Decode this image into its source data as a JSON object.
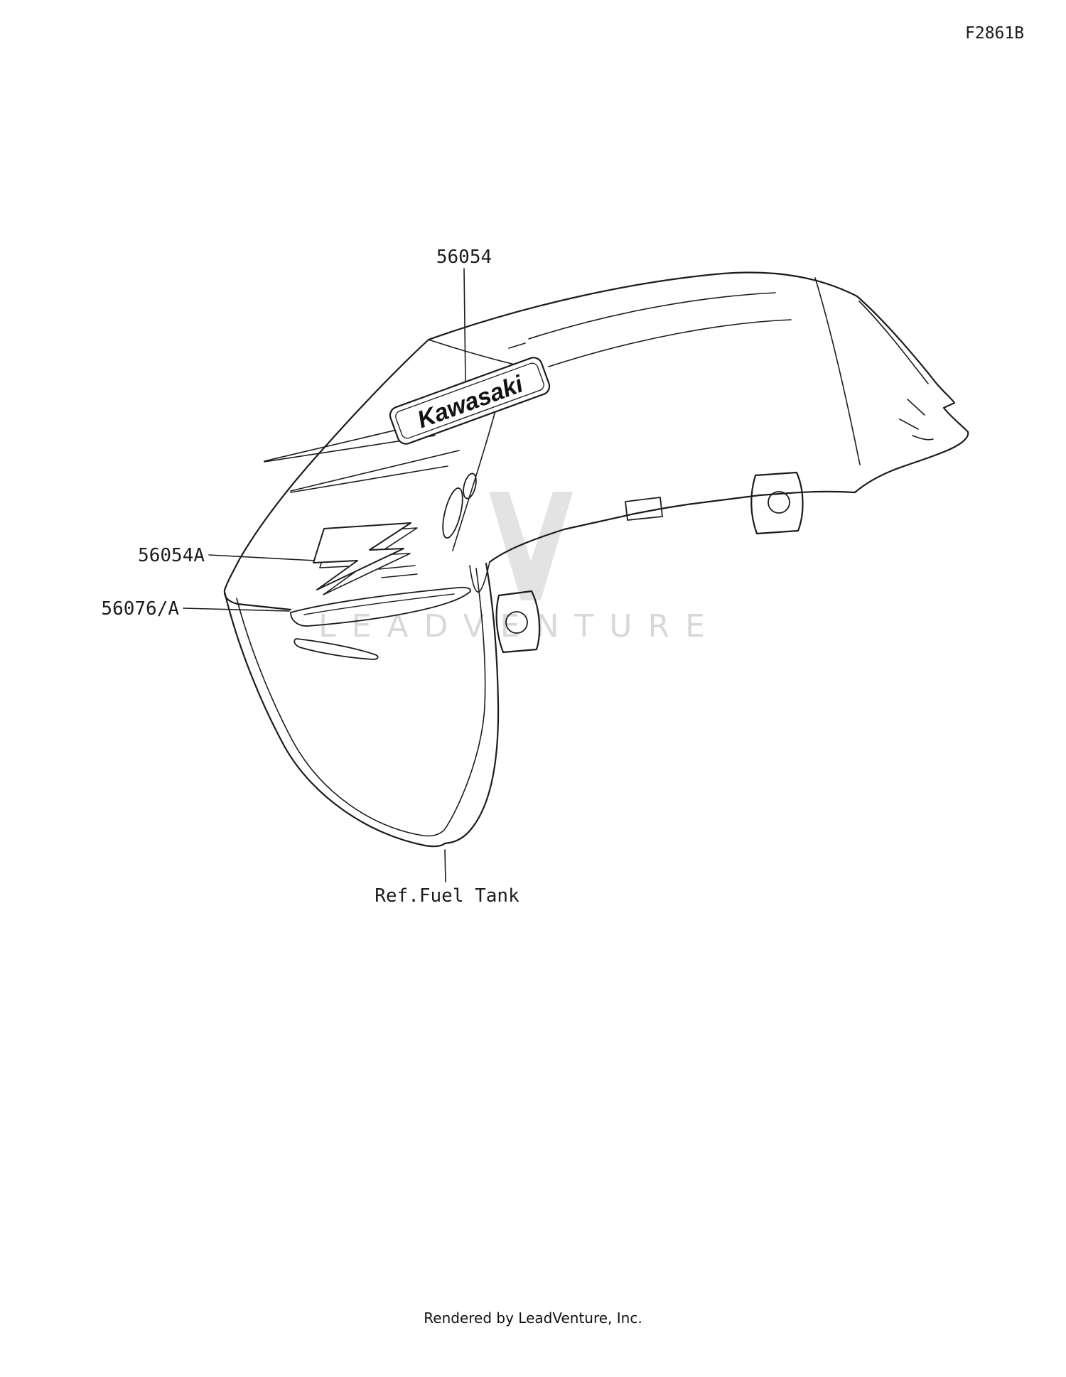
{
  "page": {
    "code": "F2861B",
    "background_color": "#ffffff",
    "line_color": "#1c1c1c"
  },
  "diagram": {
    "title_implicit": "Fuel tank shroud decals",
    "labels": [
      {
        "id": "56054",
        "text": "56054"
      },
      {
        "id": "56054A",
        "text": "56054A"
      },
      {
        "id": "56076A",
        "text": "56076/A"
      }
    ],
    "ref_label": "Ref.Fuel Tank",
    "logo_text": "Kawasaki"
  },
  "watermark": {
    "text": "LEADVENTURE",
    "color": "#d7d7d7"
  },
  "footer": {
    "text": "Rendered by LeadVenture, Inc."
  }
}
